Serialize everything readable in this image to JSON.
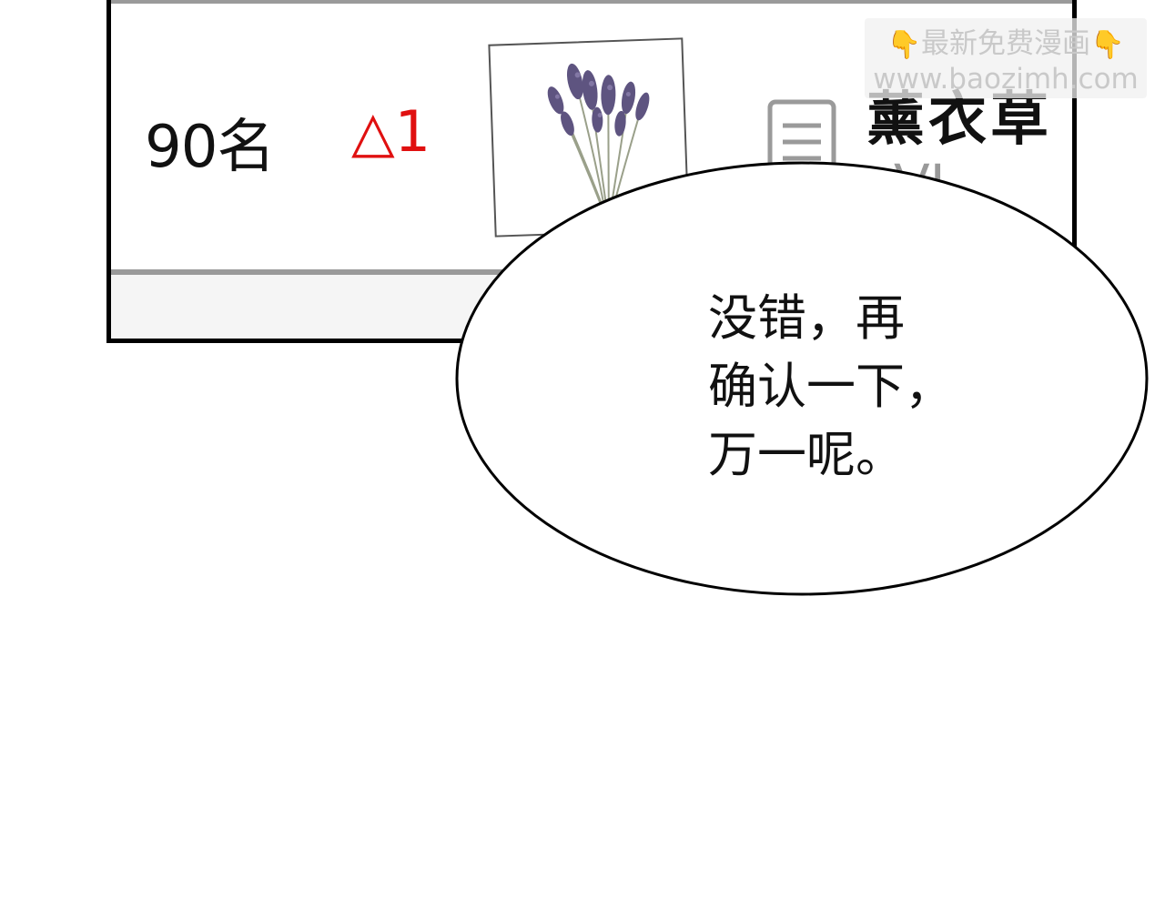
{
  "panel": {
    "rank": "90名",
    "rank_change": "△1",
    "product_name": "薰衣草",
    "product_sub": "VI"
  },
  "watermark": {
    "line1": "最新免费漫画",
    "line2": "www.baozimh.com"
  },
  "bubble": {
    "lines": [
      "没错，再",
      "确认一下，",
      "万一呢。"
    ]
  },
  "colors": {
    "rank_change": "#e01010",
    "panel_border": "#000000",
    "rule": "#9a9a9a",
    "lavender": "#6a5a8c"
  },
  "icons": {
    "photo": "lavender-bouquet-icon",
    "doc": "document-icon",
    "pointer": "pointing-down-hand-icon"
  }
}
